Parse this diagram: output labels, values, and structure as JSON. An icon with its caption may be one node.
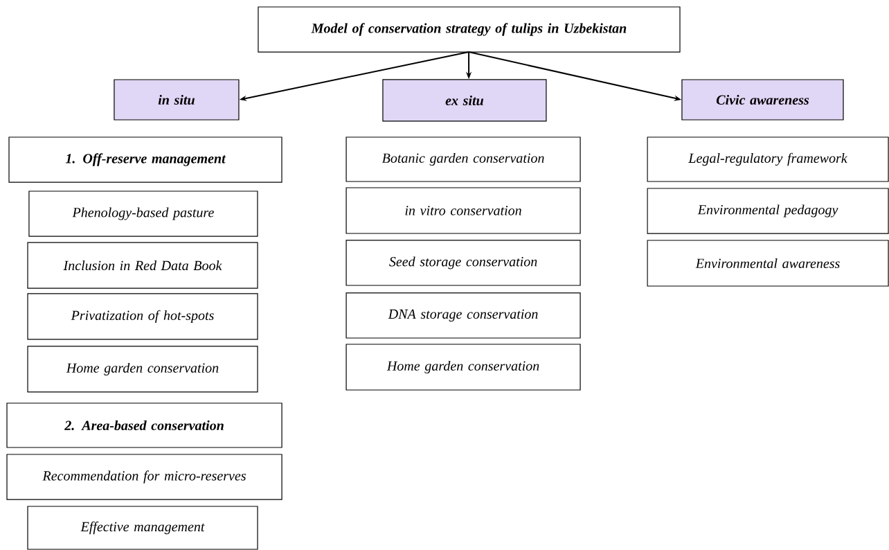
{
  "diagram": {
    "nodes": [
      {
        "text": [
          "Model of conservation strategy of tulips in Uzbekistan"
        ]
      },
      {
        "text": [
          "in situ"
        ]
      },
      {
        "text": [
          "ex situ"
        ]
      },
      {
        "text": [
          "Civic awareness"
        ]
      },
      {
        "text": [
          "1. Off-reserve management"
        ]
      },
      {
        "text": [
          "Phenology-based pasture"
        ]
      },
      {
        "text": [
          "Inclusion in  Red Data Book"
        ]
      },
      {
        "text": [
          "Privatization of hot-spots"
        ]
      },
      {
        "text": [
          "Home garden conservation"
        ]
      },
      {
        "text": [
          "2. Area-based conservation"
        ]
      },
      {
        "text": [
          "Recommendation for micro-reserves"
        ]
      },
      {
        "text": [
          "Effective management"
        ]
      },
      {
        "text": [
          "Botanic garden conservation"
        ]
      },
      {
        "text": [
          "in vitro conservation"
        ]
      },
      {
        "text": [
          "Seed storage conservation"
        ]
      },
      {
        "text": [
          "DNA storage conservation"
        ]
      },
      {
        "text": [
          "Home garden conservation"
        ]
      },
      {
        "text": [
          "Legal-regulatory framework"
        ]
      },
      {
        "text": [
          "Environmental pedagogy"
        ]
      },
      {
        "text": [
          "Environmental awareness"
        ]
      }
    ],
    "edges": [
      {
        "from": 0,
        "to": 1,
        "arrow": "to"
      },
      {
        "from": 0,
        "to": 2,
        "arrow": "to"
      },
      {
        "from": 0,
        "to": 3,
        "arrow": "to"
      }
    ]
  }
}
